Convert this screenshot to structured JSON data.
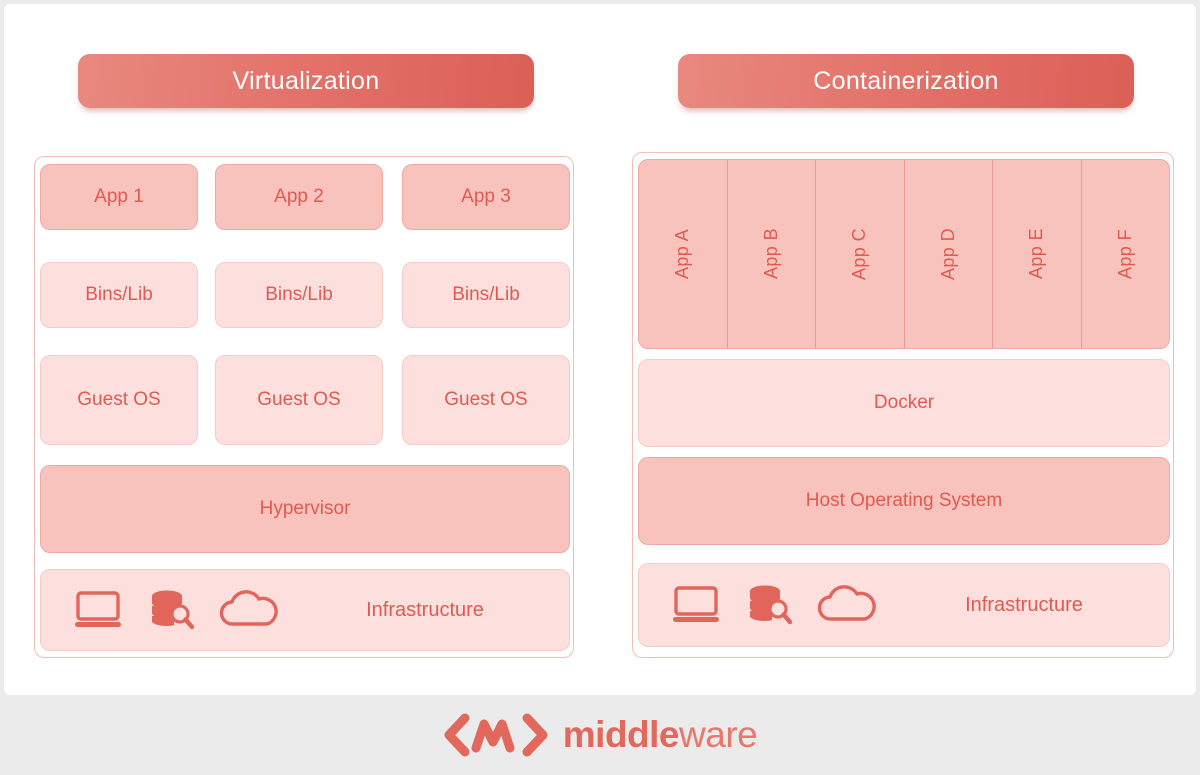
{
  "theme": {
    "page_bg": "#ebebeb",
    "card_bg": "#ffffff",
    "accent": "#e2675d",
    "tone_dark": "#f9c3bd",
    "tone_light": "#fde0de",
    "text": "#e05a50",
    "title_text": "#ffffff"
  },
  "left_panel": {
    "title": "Virtualization",
    "apps": [
      "App 1",
      "App 2",
      "App 3"
    ],
    "bins": [
      "Bins/Lib",
      "Bins/Lib",
      "Bins/Lib"
    ],
    "guest_os": [
      "Guest OS",
      "Guest OS",
      "Guest OS"
    ],
    "hypervisor": "Hypervisor",
    "infrastructure": "Infrastructure"
  },
  "right_panel": {
    "title": "Containerization",
    "apps": [
      "App A",
      "App B",
      "App C",
      "App D",
      "App E",
      "App F"
    ],
    "docker": "Docker",
    "host_os": "Host Operating System",
    "infrastructure": "Infrastructure"
  },
  "icons": [
    "laptop-icon",
    "database-search-icon",
    "cloud-icon"
  ],
  "footer": {
    "brand_bold": "middle",
    "brand_light": "ware",
    "logo_mark": "<M/W>"
  }
}
